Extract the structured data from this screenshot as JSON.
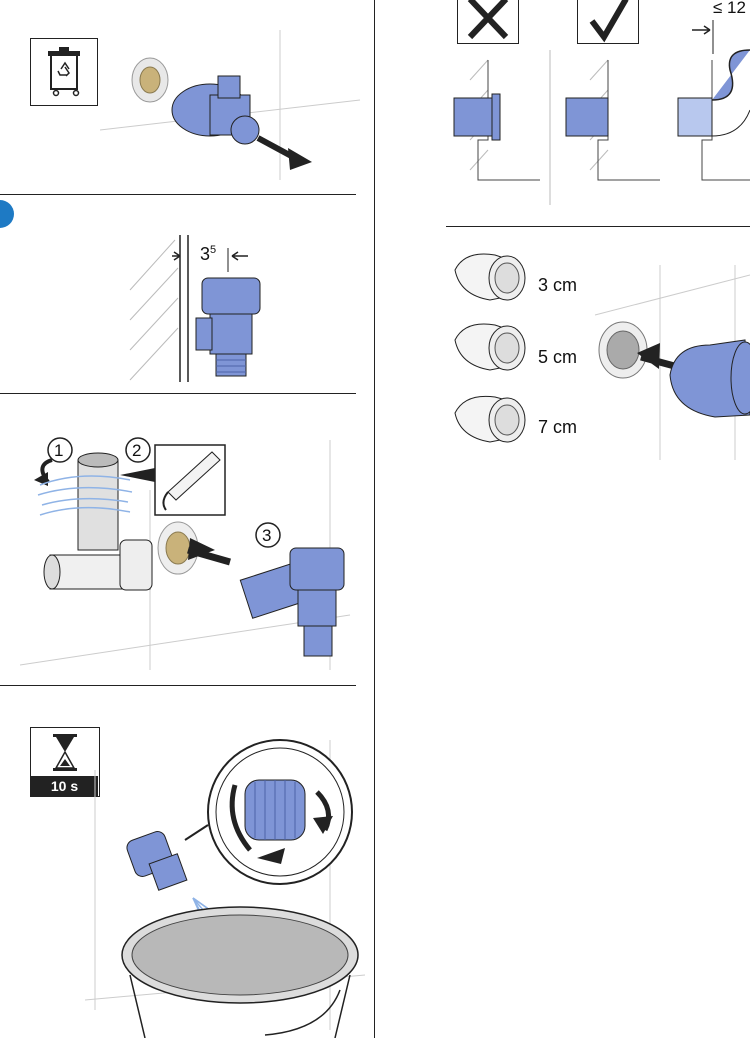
{
  "left_column": {
    "panel1": {
      "icon": "recycle-bin-icon"
    },
    "panel2": {
      "dim_base": "3",
      "dim_sup": "5"
    },
    "panel3": {
      "steps": [
        "1",
        "2",
        "3"
      ]
    },
    "panel4": {
      "timer_label": "10 s",
      "icon": "hourglass-icon"
    }
  },
  "right_column": {
    "top": {
      "distance_label": "≤ 12",
      "wrong_icon": "cross-icon",
      "right_icon": "check-icon"
    },
    "adapters": [
      {
        "label": "3 cm"
      },
      {
        "label": "5 cm"
      },
      {
        "label": "7 cm"
      }
    ]
  },
  "colors": {
    "part_blue": "#7f95d6",
    "part_blue_dark": "#4d63a8",
    "water_blue": "#8fb3e6",
    "line": "#222222",
    "marker_blue": "#1e7ac4"
  }
}
